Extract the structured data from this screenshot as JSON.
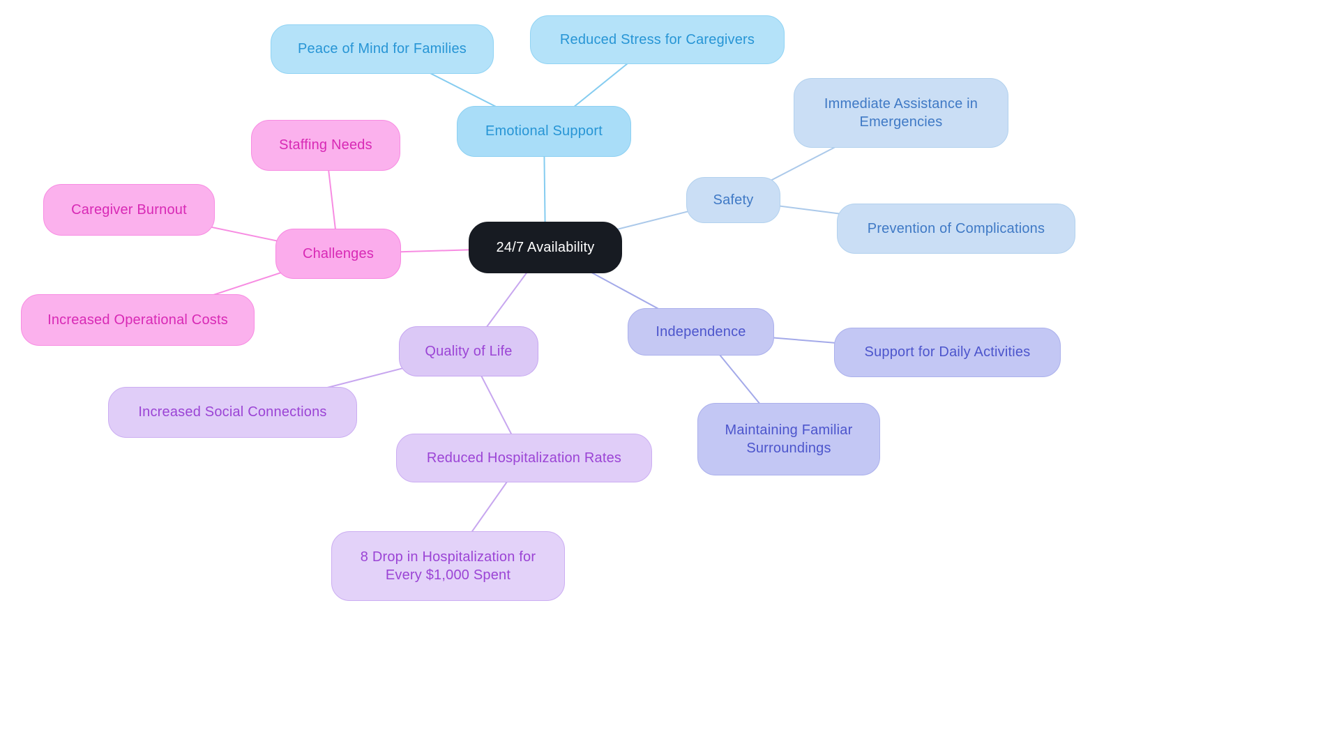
{
  "mindmap": {
    "center": {
      "label": "24/7 Availability",
      "bg_color": "#171b22",
      "text_color": "#ffffff"
    },
    "branches": [
      {
        "id": "emotional_support",
        "label": "Emotional Support",
        "fill": "#a9ddf8",
        "child_fill": "#b4e2f9",
        "border": "#8cd0f2",
        "text_color": "#2795d5",
        "line_color": "#85ccf0",
        "children": [
          {
            "label": "Peace of Mind for Families"
          },
          {
            "label": "Reduced Stress for Caregivers"
          }
        ]
      },
      {
        "id": "safety",
        "label": "Safety",
        "fill": "#cadef5",
        "child_fill": "#cadef5",
        "border": "#b2d1ee",
        "text_color": "#3f79c5",
        "line_color": "#abc9ea",
        "children": [
          {
            "label": "Immediate Assistance in Emergencies"
          },
          {
            "label": "Prevention of Complications"
          }
        ]
      },
      {
        "id": "independence",
        "label": "Independence",
        "fill": "#c5c8f3",
        "child_fill": "#c3c7f4",
        "border": "#abb0ec",
        "text_color": "#4c55cc",
        "line_color": "#a3a9e9",
        "children": [
          {
            "label": "Support for Daily Activities"
          },
          {
            "label": "Maintaining Familiar Surroundings"
          }
        ]
      },
      {
        "id": "quality_of_life",
        "label": "Quality of Life",
        "fill": "#dbc8f6",
        "child_fill": "#e0cdf8",
        "border": "#c6a6f1",
        "text_color": "#9b44d5",
        "line_color": "#c7a6ef",
        "children": [
          {
            "label": "Increased Social Connections"
          },
          {
            "label": "Reduced Hospitalization Rates",
            "children": [
              {
                "label": "8 Drop in Hospitalization for Every $1,000 Spent"
              }
            ]
          }
        ]
      },
      {
        "id": "challenges",
        "label": "Challenges",
        "fill": "#fbacec",
        "child_fill": "#fbb1ed",
        "border": "#f786e1",
        "text_color": "#d829b5",
        "line_color": "#f78ce2",
        "children": [
          {
            "label": "Staffing Needs"
          },
          {
            "label": "Caregiver Burnout"
          },
          {
            "label": "Increased Operational Costs"
          }
        ]
      }
    ]
  }
}
